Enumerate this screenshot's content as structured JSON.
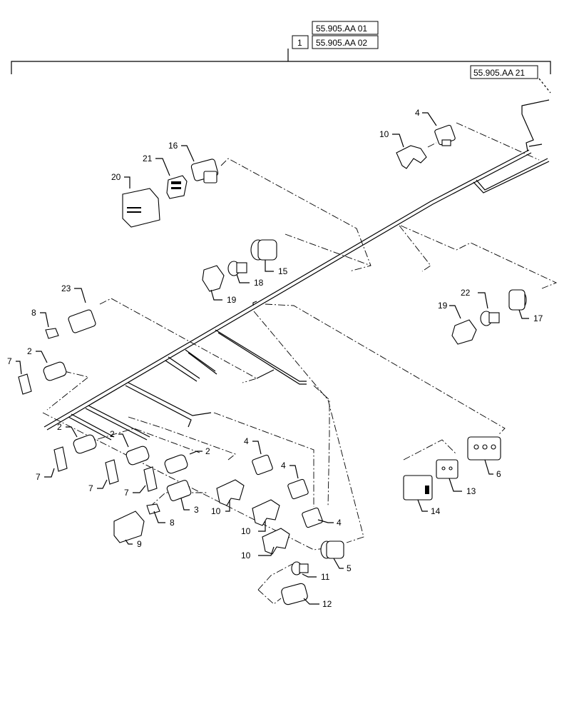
{
  "references": {
    "top_1": "55.905.AA 01",
    "top_2": "55.905.AA 02",
    "qty": "1",
    "harness": "55.905.AA 21"
  },
  "callouts": [
    {
      "label": "4"
    },
    {
      "label": "10"
    },
    {
      "label": "16"
    },
    {
      "label": "21"
    },
    {
      "label": "20"
    },
    {
      "label": "15"
    },
    {
      "label": "18"
    },
    {
      "label": "19"
    },
    {
      "label": "22"
    },
    {
      "label": "19"
    },
    {
      "label": "17"
    },
    {
      "label": "23"
    },
    {
      "label": "8"
    },
    {
      "label": "2"
    },
    {
      "label": "7"
    },
    {
      "label": "2"
    },
    {
      "label": "2"
    },
    {
      "label": "2"
    },
    {
      "label": "7"
    },
    {
      "label": "7"
    },
    {
      "label": "7"
    },
    {
      "label": "3"
    },
    {
      "label": "8"
    },
    {
      "label": "9"
    },
    {
      "label": "4"
    },
    {
      "label": "4"
    },
    {
      "label": "4"
    },
    {
      "label": "10"
    },
    {
      "label": "10"
    },
    {
      "label": "10"
    },
    {
      "label": "5"
    },
    {
      "label": "11"
    },
    {
      "label": "12"
    },
    {
      "label": "6"
    },
    {
      "label": "13"
    },
    {
      "label": "14"
    }
  ]
}
